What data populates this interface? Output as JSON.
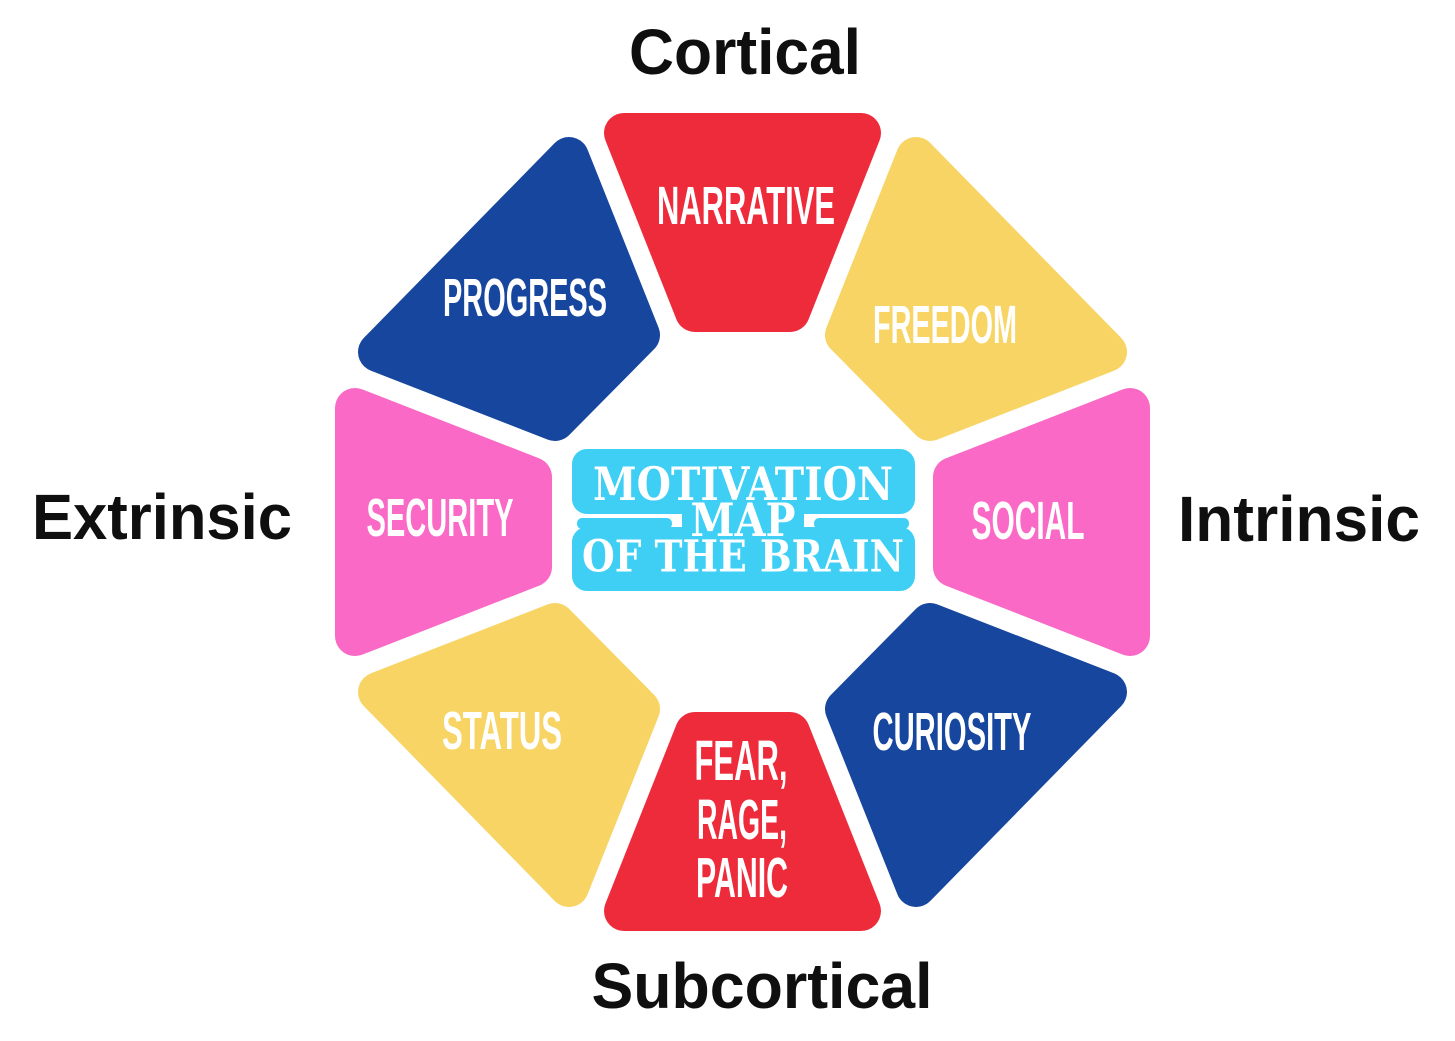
{
  "page": {
    "background": "#ffffff"
  },
  "axis_labels": {
    "top": "Cortical",
    "bottom": "Subcortical",
    "left": "Extrinsic",
    "right": "Intrinsic",
    "color": "#0f0f0f"
  },
  "center_title": {
    "line1": "MOTIVATION",
    "line2": "MAP",
    "line3": "OF THE BRAIN",
    "bubble_color": "#3FCFF4",
    "text_color": "#ffffff"
  },
  "segments": {
    "label_color": "#ffffff",
    "narrative": {
      "label": "NARRATIVE",
      "color": "#EE2B3B",
      "position": "top"
    },
    "freedom": {
      "label": "FREEDOM",
      "color": "#F7D464",
      "position": "top-right"
    },
    "social": {
      "label": "SOCIAL",
      "color": "#F969C5",
      "position": "right"
    },
    "curiosity": {
      "label": "CURIOSITY",
      "color": "#17469E",
      "position": "bottom-right"
    },
    "fear": {
      "label": "FEAR, RAGE, PANIC",
      "lines": [
        "FEAR,",
        "RAGE,",
        "PANIC"
      ],
      "color": "#EE2B3B",
      "position": "bottom"
    },
    "status": {
      "label": "STATUS",
      "color": "#F7D464",
      "position": "bottom-left"
    },
    "security": {
      "label": "SECURITY",
      "color": "#F969C5",
      "position": "left"
    },
    "progress": {
      "label": "PROGRESS",
      "color": "#17469E",
      "position": "top-left"
    }
  }
}
